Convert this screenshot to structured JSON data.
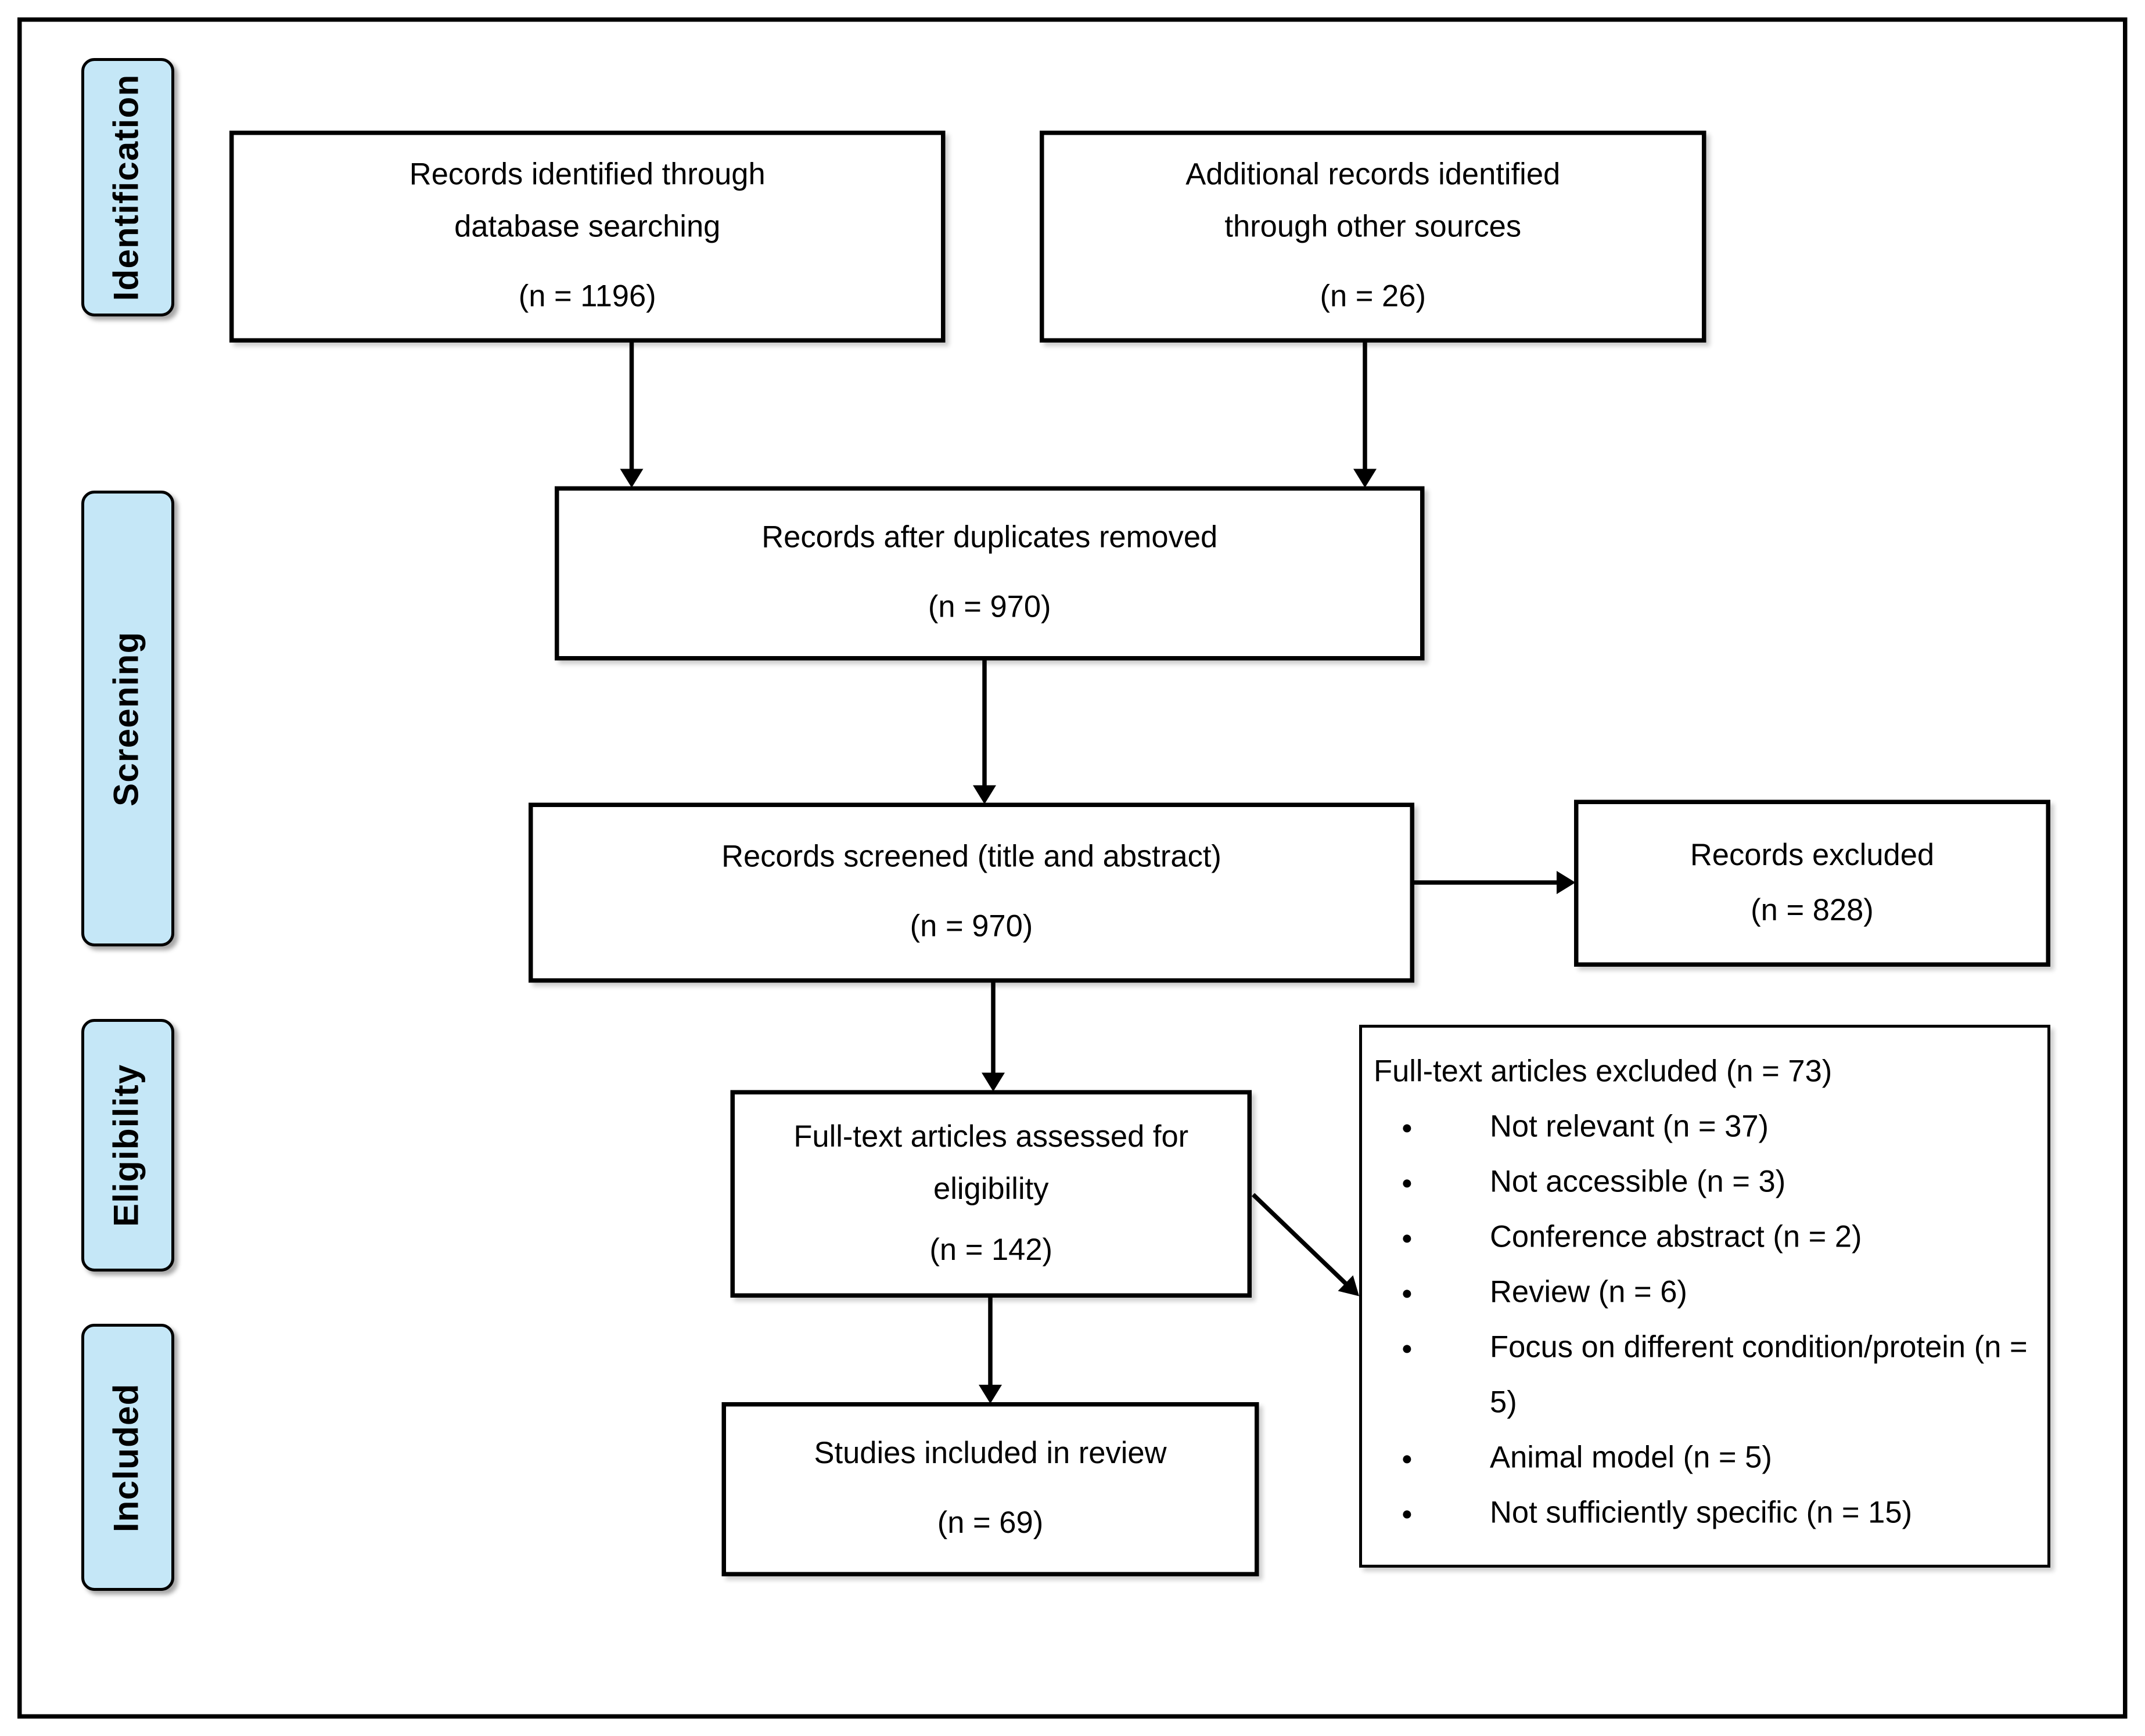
{
  "diagram": {
    "stages": [
      {
        "label": "Identification"
      },
      {
        "label": "Screening"
      },
      {
        "label": "Eligibility"
      },
      {
        "label": "Included"
      }
    ],
    "boxes": {
      "identified": {
        "label": "Records identified through database searching",
        "count": "(n = 1196)"
      },
      "additional": {
        "label": "Additional records identified through other sources",
        "count": "(n = 26)"
      },
      "deduplicated": {
        "label": "Records after duplicates removed",
        "count": "(n = 970)"
      },
      "screened": {
        "label": "Records screened (title and abstract)",
        "count": "(n = 970)"
      },
      "records_excluded": {
        "label": "Records excluded",
        "count": "(n = 828)"
      },
      "assessed": {
        "label": "Full-text articles assessed for eligibility",
        "count": "(n = 142)"
      },
      "included": {
        "label": "Studies included in review",
        "count": "(n = 69)"
      },
      "fulltext_excluded": {
        "title": "Full-text articles excluded (n = 73)",
        "reasons": [
          "Not relevant (n = 37)",
          "Not accessible (n = 3)",
          "Conference abstract (n = 2)",
          "Review (n = 6)",
          "Focus on different condition/protein (n = 5)",
          "Animal model (n = 5)",
          "Not sufficiently specific (n = 15)"
        ]
      }
    },
    "colors": {
      "stage_fill": "#c5e7f7",
      "stage_border": "#000000",
      "box_fill": "#ffffff",
      "box_border": "#000000",
      "arrow": "#000000",
      "text": "#000000"
    }
  }
}
